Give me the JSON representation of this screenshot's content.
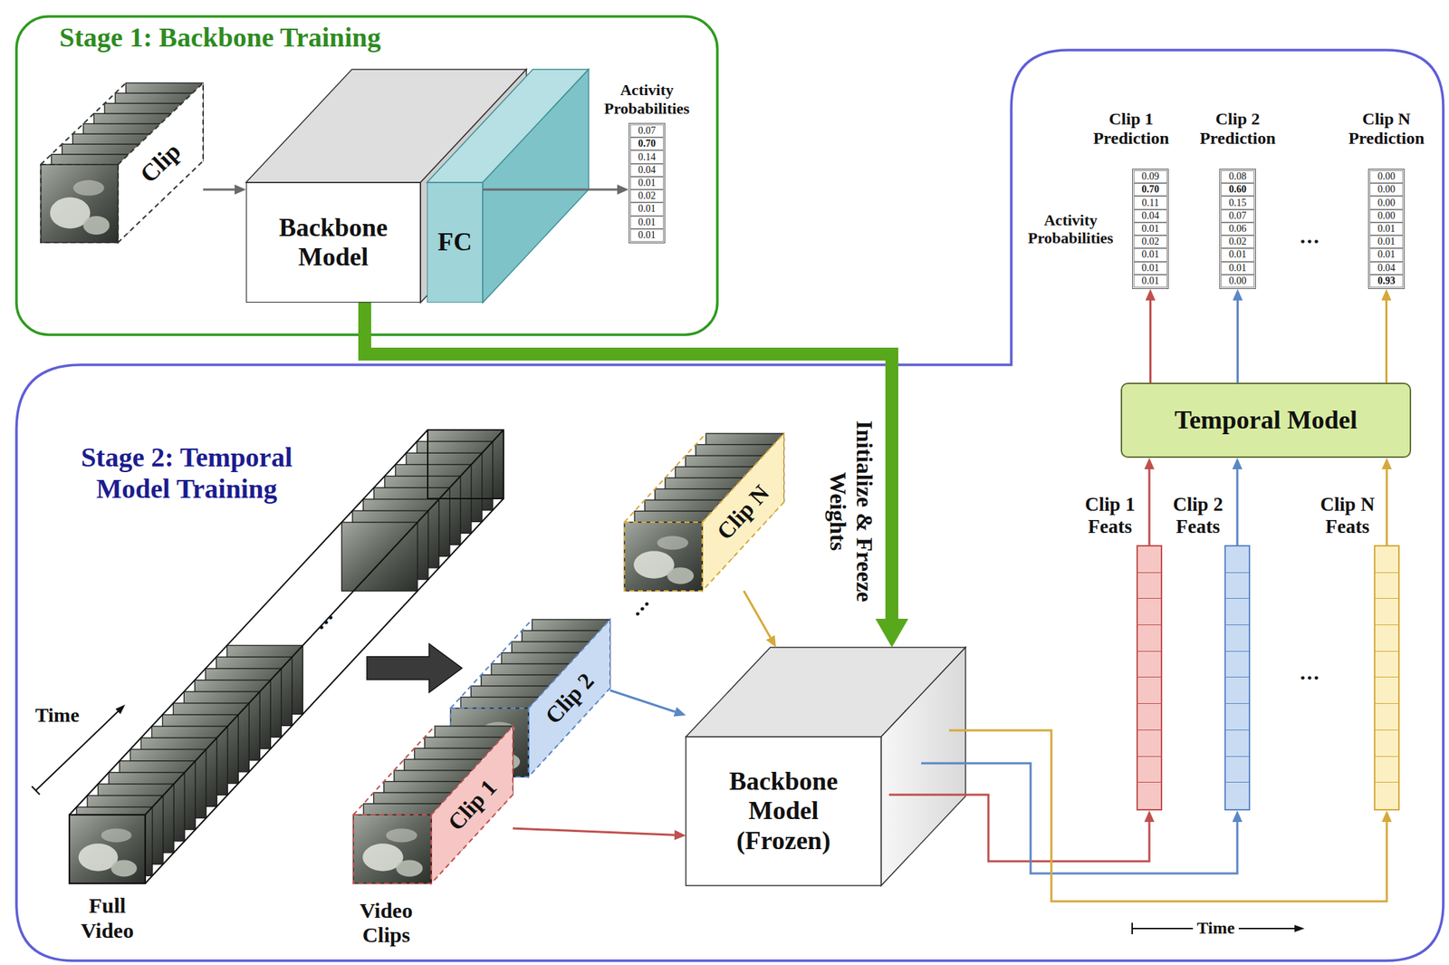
{
  "diagram": {
    "nodes": [
      {
        "text": [
          "Stage 1: Backbone Training"
        ]
      },
      {
        "text": [
          "Clip"
        ],
        "in": 0
      },
      {
        "text": [
          "Backbone Model"
        ],
        "in": 0
      },
      {
        "text": [
          "FC"
        ],
        "in": 0
      },
      {
        "text": [
          "Activity Probabilities",
          "0.07",
          "0.70",
          "0.14",
          "0.04",
          "0.01",
          "0.02",
          "0.01",
          "0.01",
          "0.01"
        ],
        "in": 0
      },
      {
        "text": [
          "Stage 2: Temporal Model Training"
        ]
      },
      {
        "text": [
          "Full Video"
        ],
        "in": 5
      },
      {
        "text": [
          "Clip 1"
        ],
        "in": 5
      },
      {
        "text": [
          "Clip 2"
        ],
        "in": 5
      },
      {
        "text": [
          "Clip N"
        ],
        "in": 5
      },
      {
        "text": [
          "Backbone Model (Frozen)"
        ],
        "in": 5
      },
      {
        "text": [
          "Clip 1 Feats"
        ],
        "in": 5
      },
      {
        "text": [
          "Clip 2 Feats"
        ],
        "in": 5
      },
      {
        "text": [
          "Clip N Feats"
        ],
        "in": 5
      },
      {
        "text": [
          "Temporal Model"
        ],
        "in": 5
      },
      {
        "text": [
          "Clip 1 Prediction",
          "0.09",
          "0.70",
          "0.11",
          "0.04",
          "0.01",
          "0.02",
          "0.01",
          "0.01",
          "0.01"
        ],
        "in": 5
      },
      {
        "text": [
          "Clip 2 Prediction",
          "0.08",
          "0.60",
          "0.15",
          "0.07",
          "0.06",
          "0.02",
          "0.01",
          "0.01",
          "0.00"
        ],
        "in": 5
      },
      {
        "text": [
          "Clip N Prediction",
          "0.00",
          "0.00",
          "0.00",
          "0.00",
          "0.01",
          "0.01",
          "0.01",
          "0.04",
          "0.93"
        ],
        "in": 5
      }
    ],
    "edges": [
      {
        "from": 1,
        "to": 2,
        "arrow": "to"
      },
      {
        "from": 3,
        "to": 4,
        "arrow": "to"
      },
      {
        "from": 2,
        "to": 10,
        "label": "Initialize & Freeze Weights",
        "arrow": "to"
      },
      {
        "from": 7,
        "to": 10,
        "arrow": "to"
      },
      {
        "from": 8,
        "to": 10,
        "arrow": "to"
      },
      {
        "from": 9,
        "to": 10,
        "arrow": "to"
      },
      {
        "from": 10,
        "to": 11,
        "arrow": "to"
      },
      {
        "from": 10,
        "to": 12,
        "arrow": "to"
      },
      {
        "from": 10,
        "to": 13,
        "arrow": "to"
      },
      {
        "from": 11,
        "to": 14,
        "arrow": "to"
      },
      {
        "from": 12,
        "to": 14,
        "arrow": "to"
      },
      {
        "from": 13,
        "to": 14,
        "arrow": "to"
      },
      {
        "from": 14,
        "to": 15,
        "arrow": "to"
      },
      {
        "from": 14,
        "to": 16,
        "arrow": "to"
      },
      {
        "from": 14,
        "to": 17,
        "arrow": "to"
      }
    ],
    "labels": [
      "Activity Probabilities",
      "...",
      "...",
      "...",
      "Time",
      "...",
      "Video Clips",
      "Time"
    ]
  }
}
